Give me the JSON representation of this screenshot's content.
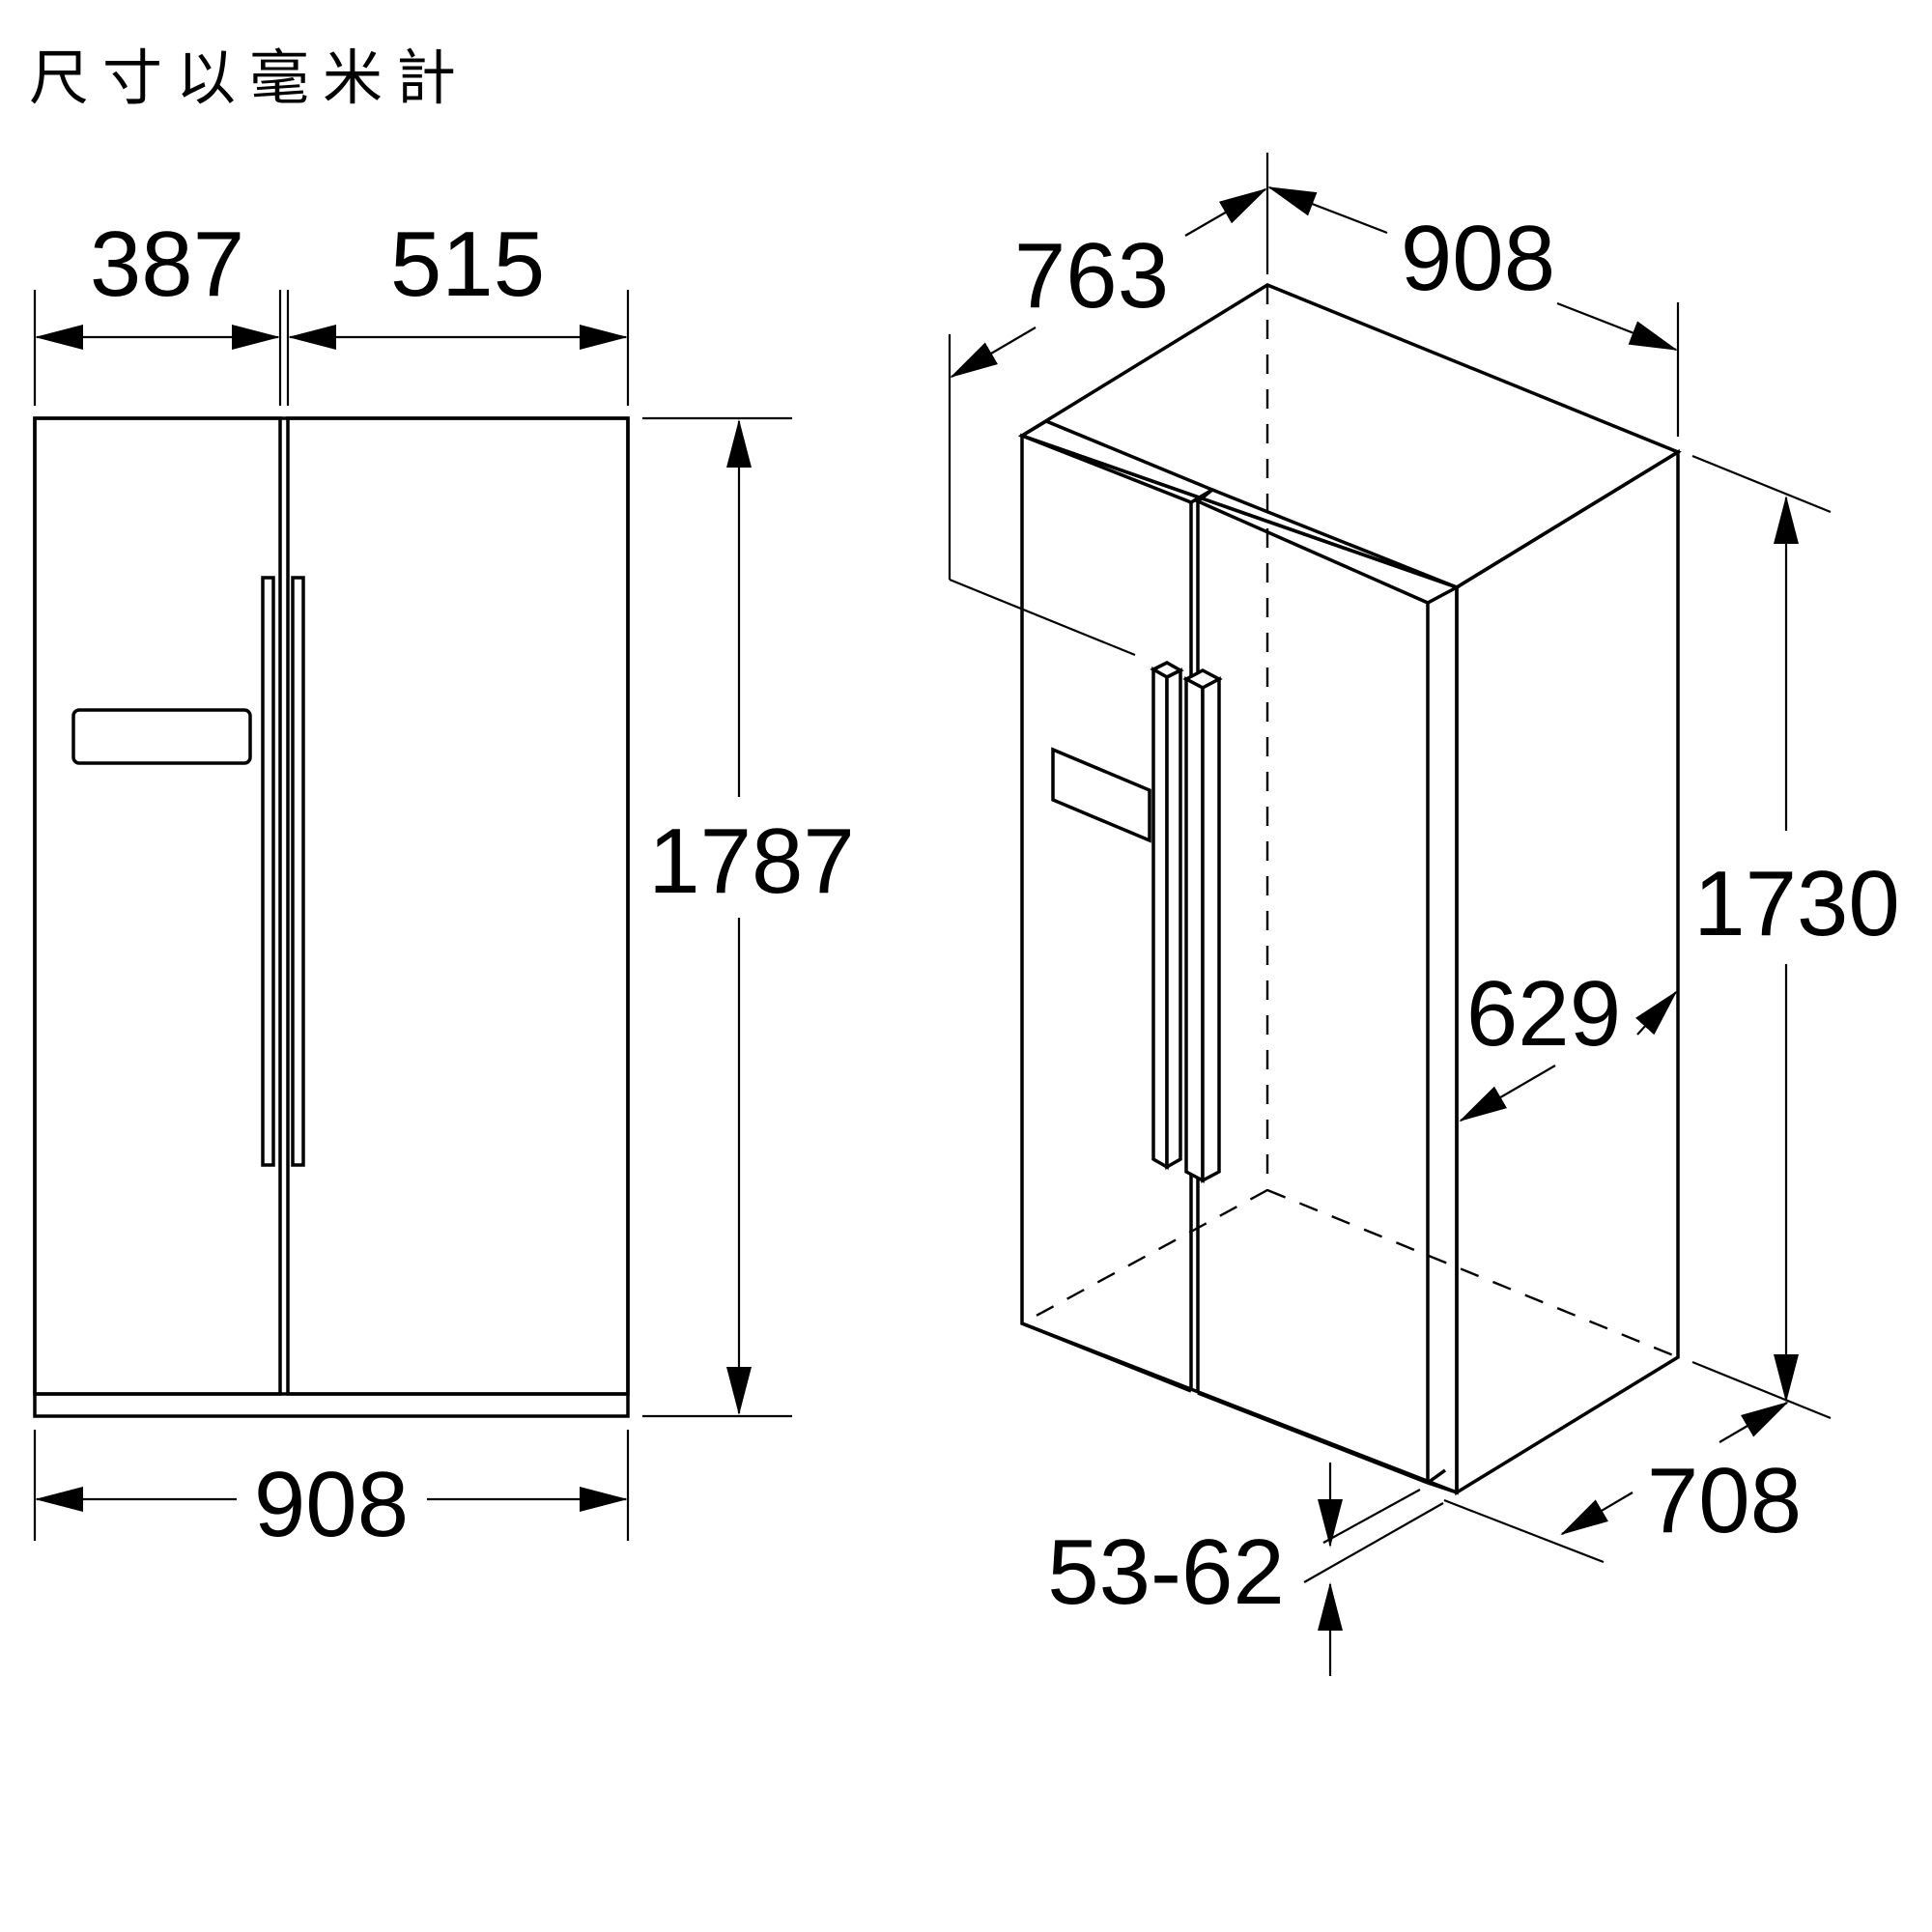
{
  "title": "尺寸以毫米計",
  "front_view": {
    "width_left": "387",
    "width_right": "515",
    "height": "1787",
    "width_total": "908"
  },
  "iso_view": {
    "depth_763": "763",
    "width_908": "908",
    "height_1730": "1730",
    "depth_629": "629",
    "depth_708": "708",
    "feet_range": "53-62"
  }
}
